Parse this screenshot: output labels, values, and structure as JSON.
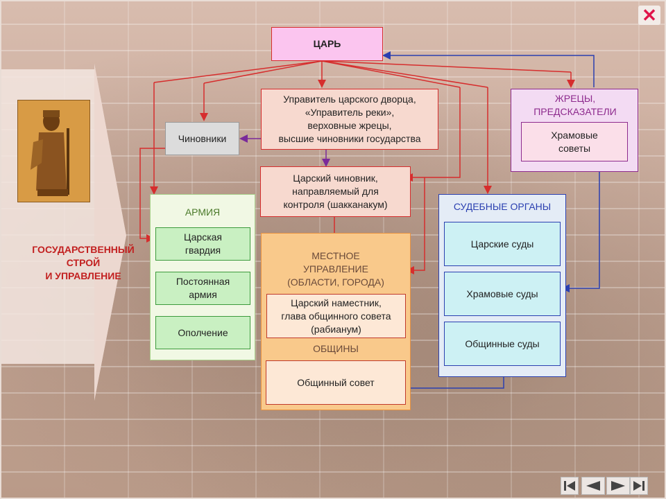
{
  "title": "ГОСУДАРСТВЕННЫЙ СТРОЙ И УПРАВЛЕНИЕ",
  "title_lines": [
    "ГОСУДАРСТВЕННЫЙ",
    "СТРОЙ",
    "И УПРАВЛЕНИЕ"
  ],
  "king": "ЦАРЬ",
  "palace_lines": [
    "Управитель царского дворца,",
    "«Управитель реки»,",
    "верховные жрецы,",
    "высшие чиновники государства"
  ],
  "officials": "Чиновники",
  "shakkanakum_lines": [
    "Царский чиновник,",
    "направляемый для",
    "контроля (шакканакум)"
  ],
  "priests": {
    "title_lines": [
      "ЖРЕЦЫ,",
      "ПРЕДСКАЗАТЕЛИ"
    ],
    "temple_councils_lines": [
      "Храмовые",
      "советы"
    ]
  },
  "army": {
    "title": "АРМИЯ",
    "items": [
      {
        "lines": [
          "Царская",
          "гвардия"
        ]
      },
      {
        "lines": [
          "Постоянная",
          "армия"
        ]
      },
      {
        "lines": [
          "Ополчение"
        ]
      }
    ]
  },
  "local": {
    "title_lines": [
      "МЕСТНОЕ",
      "УПРАВЛЕНИЕ",
      "(ОБЛАСТИ, ГОРОДА)"
    ],
    "governor_lines": [
      "Царский наместник,",
      "глава общинного совета",
      "(рабианум)"
    ],
    "communities": "ОБЩИНЫ",
    "community_council": "Общинный совет"
  },
  "courts": {
    "title": "СУДЕБНЫЕ ОРГАНЫ",
    "items": [
      "Царские суды",
      "Храмовые суды",
      "Общинные суды"
    ]
  },
  "colors": {
    "red_arrow": "#d62d2d",
    "blue_arrow": "#2a3fb0",
    "purple_arrow": "#7a2a9a",
    "title_red": "#c22020",
    "close_icon": "#e0144a"
  },
  "icons": [
    "close-icon",
    "first-slide-icon",
    "prev-slide-icon",
    "next-slide-icon",
    "last-slide-icon"
  ]
}
